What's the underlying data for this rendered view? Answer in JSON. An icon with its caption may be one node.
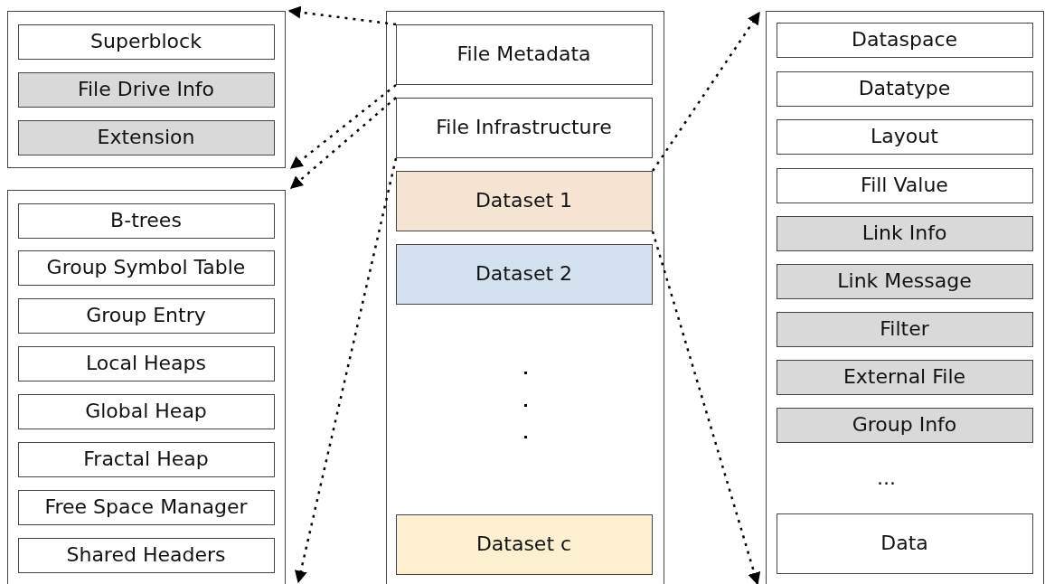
{
  "diagram": {
    "nodes": [
      {
        "text": [],
        "shape": "box"
      },
      {
        "text": [
          "Superblock"
        ],
        "in": 0
      },
      {
        "text": [
          "File Drive Info"
        ],
        "in": 0
      },
      {
        "text": [
          "Extension"
        ],
        "in": 0
      },
      {
        "text": [],
        "shape": "box"
      },
      {
        "text": [
          "B-trees"
        ],
        "in": 4
      },
      {
        "text": [
          "Group Symbol Table"
        ],
        "in": 4
      },
      {
        "text": [
          "Group Entry"
        ],
        "in": 4
      },
      {
        "text": [
          "Local Heaps"
        ],
        "in": 4
      },
      {
        "text": [
          "Global Heap"
        ],
        "in": 4
      },
      {
        "text": [
          "Fractal Heap"
        ],
        "in": 4
      },
      {
        "text": [
          "Free Space Manager"
        ],
        "in": 4
      },
      {
        "text": [
          "Shared Headers"
        ],
        "in": 4
      },
      {
        "text": [],
        "shape": "box"
      },
      {
        "text": [
          "File Metadata"
        ],
        "in": 13
      },
      {
        "text": [
          "File Infrastructure"
        ],
        "in": 13
      },
      {
        "text": [
          "Dataset 1"
        ],
        "in": 13
      },
      {
        "text": [
          "Dataset 2"
        ],
        "in": 13
      },
      {
        "text": [
          "Dataset c"
        ],
        "in": 13
      },
      {
        "text": [],
        "shape": "box"
      },
      {
        "text": [
          "Dataspace"
        ],
        "in": 19
      },
      {
        "text": [
          "Datatype"
        ],
        "in": 19
      },
      {
        "text": [
          "Layout"
        ],
        "in": 19
      },
      {
        "text": [
          "Fill Value"
        ],
        "in": 19
      },
      {
        "text": [
          "Link Info"
        ],
        "in": 19
      },
      {
        "text": [
          "Link Message"
        ],
        "in": 19
      },
      {
        "text": [
          "Filter"
        ],
        "in": 19
      },
      {
        "text": [
          "External File"
        ],
        "in": 19
      },
      {
        "text": [
          "Group Info"
        ],
        "in": 19
      },
      {
        "text": [
          "Data"
        ],
        "in": 19
      }
    ],
    "edges": [
      {
        "from": 14,
        "to": 0,
        "arrow": "to",
        "style": "dashed"
      },
      {
        "from": 14,
        "to": 0,
        "arrow": "to",
        "style": "dashed"
      },
      {
        "from": 15,
        "to": 4,
        "arrow": "to",
        "style": "dashed"
      },
      {
        "from": 15,
        "to": 4,
        "arrow": "to",
        "style": "dashed"
      },
      {
        "from": 16,
        "to": 19,
        "arrow": "to",
        "style": "dashed"
      },
      {
        "from": 16,
        "to": 19,
        "arrow": "to",
        "style": "dashed"
      }
    ],
    "labels": [
      "..."
    ]
  }
}
